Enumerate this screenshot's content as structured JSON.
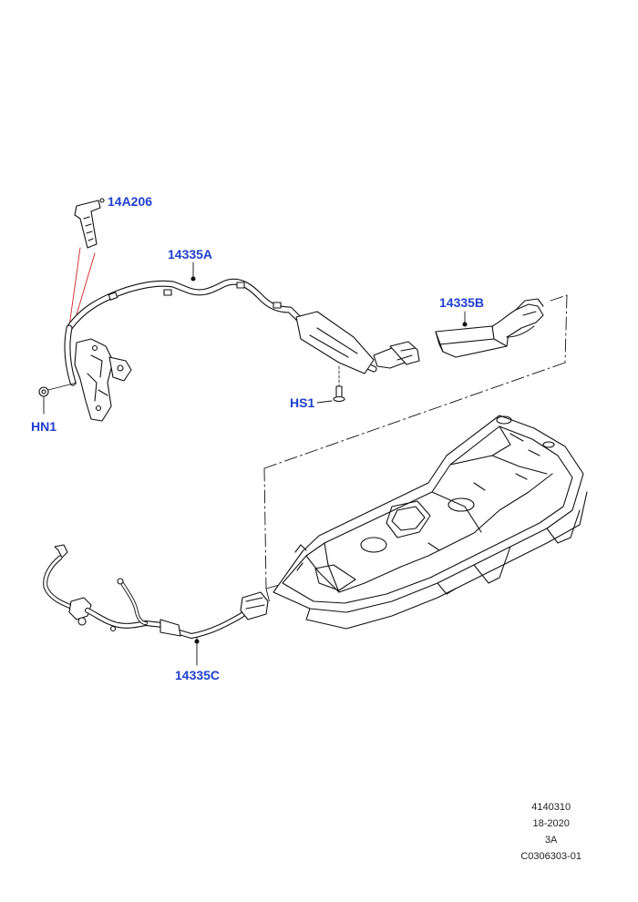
{
  "callouts": {
    "p14a206": "14A206",
    "p14335a": "14335A",
    "p14335b": "14335B",
    "hs1": "HS1",
    "hn1": "HN1",
    "p14335c": "14335C"
  },
  "footer": {
    "line1": "4140310",
    "line2": "18-2020",
    "line3": "3A",
    "line4": "C0306303-01"
  },
  "colors": {
    "callout_text": "#1f3fd0",
    "leader_red": "#d42020",
    "line_art": "#111111"
  }
}
